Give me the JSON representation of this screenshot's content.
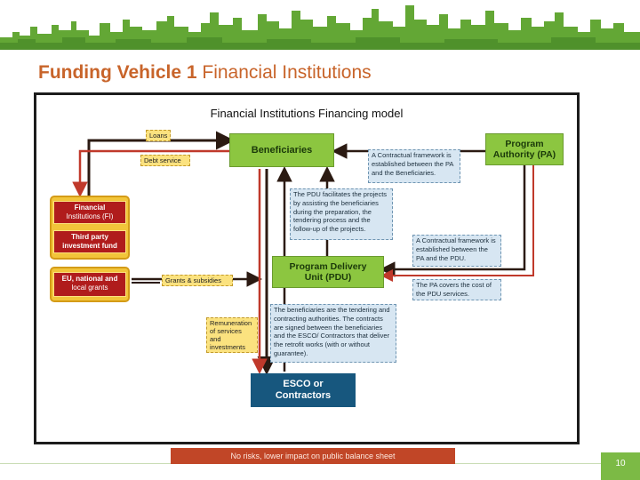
{
  "slide": {
    "title_bold": "Funding Vehicle 1",
    "title_rest": "Financial Institutions",
    "footer": "No risks, lower impact on public balance sheet",
    "page_number": "10"
  },
  "diagram": {
    "title": "Financial Institutions Financing model",
    "nodes": {
      "beneficiaries": "Beneficiaries",
      "pa_line1": "Program",
      "pa_line2": "Authority (PA)",
      "pdu_line1": "Program Delivery",
      "pdu_line2": "Unit (PDU)",
      "esco_line1": "ESCO or",
      "esco_line2": "Contractors",
      "fi_line1": "Financial",
      "fi_line2": "Institutions (FI)",
      "tpf_line1": "Third party",
      "tpf_line2": "investment fund",
      "eu_line1": "EU, national and",
      "eu_line2": "local grants"
    },
    "labels": {
      "loans": "Loans",
      "debt_service": "Debt service",
      "grants": "Grants & subsidies",
      "remuneration": "Remuneration of services and investments"
    },
    "notes": {
      "pa_beneficiaries": "A Contractual framework is established between the PA and the Beneficiaries.",
      "pdu_facilitates": "The PDU facilitates the projects by assisting the beneficiaries during the preparation, the tendering process and the follow-up of the projects.",
      "pa_pdu": "A Contractual framework is established between the PA and the PDU.",
      "pa_covers": "The PA covers the cost of the PDU services.",
      "beneficiaries_tendering": "The beneficiaries are the tendering and contracting authorities. The contracts are signed between the beneficiaries and the ESCO/ Contractors that deliver the retrofit works (with or without guarantee)."
    },
    "colors": {
      "green_box": "#8cc640",
      "navy_box": "#17577e",
      "note_fill": "#d7e6f2",
      "label_fill": "#fbe27f",
      "fi_container": "#f2c53a",
      "red_box": "#b01c1c",
      "arrow_dark": "#2b1a12",
      "arrow_red": "#c0392b",
      "title_orange": "#c8642a",
      "footer_fill": "#c14627",
      "page_green": "#7cba45"
    }
  }
}
